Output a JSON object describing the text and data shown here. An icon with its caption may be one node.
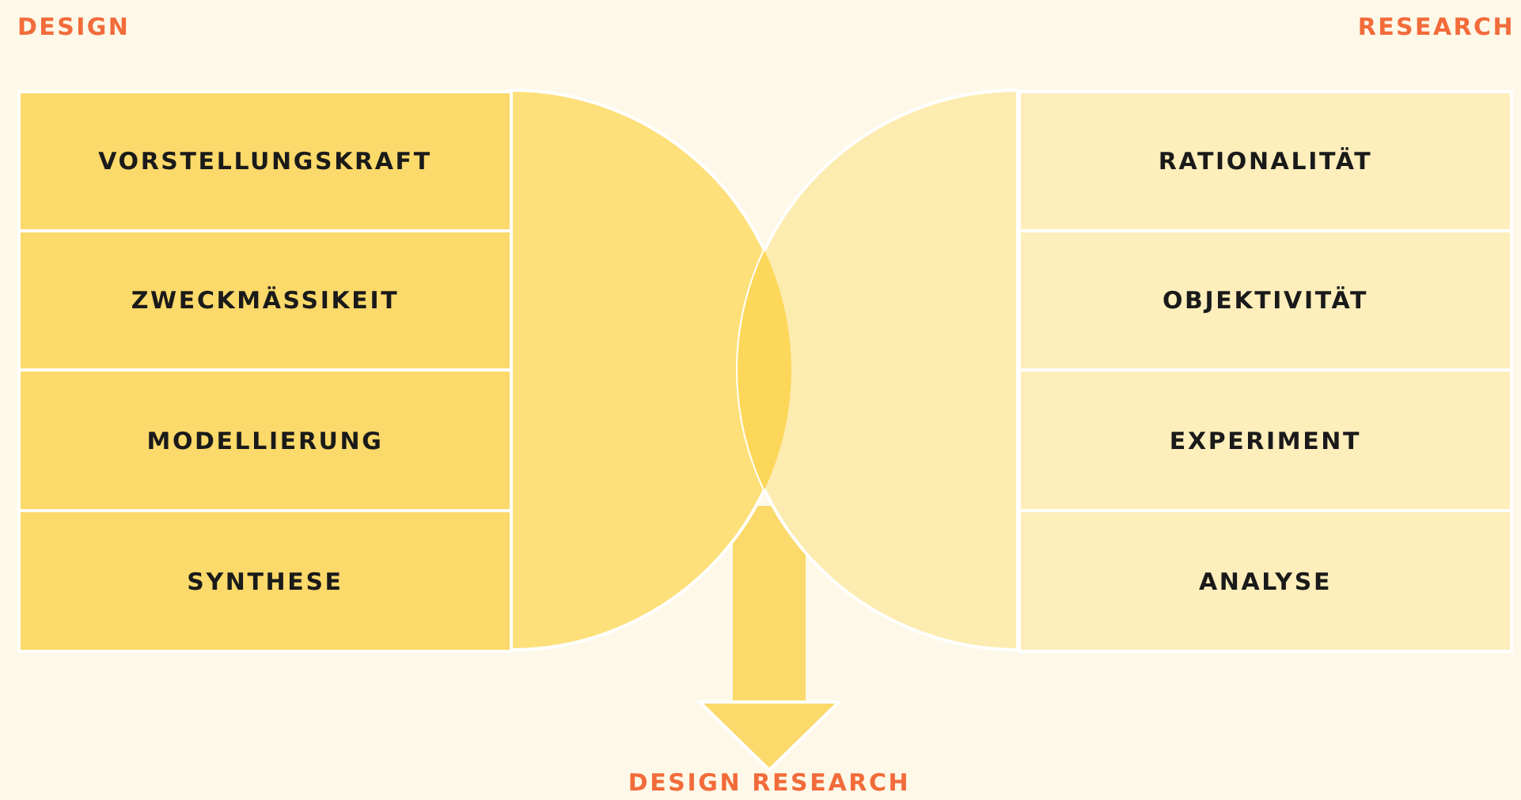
{
  "diagram": {
    "nodes": [
      {
        "text": [
          "VORSTELLUNGSKRAFT"
        ]
      },
      {
        "text": [
          "ZWECKMÄSSIKEIT"
        ]
      },
      {
        "text": [
          "MODELLIERUNG"
        ]
      },
      {
        "text": [
          "SYNTHESE"
        ]
      },
      {
        "text": [
          "RATIONALITÄT"
        ]
      },
      {
        "text": [
          "OBJEKTIVITÄT"
        ]
      },
      {
        "text": [
          "EXPERIMENT"
        ]
      },
      {
        "text": [
          "ANALYSE"
        ]
      },
      {
        "text": [
          "DESIGN RESEARCH"
        ]
      }
    ],
    "edges": [
      {
        "from": null,
        "to": 8,
        "arrow": "to"
      }
    ],
    "labels": [
      "DESIGN",
      "RESEARCH"
    ]
  }
}
